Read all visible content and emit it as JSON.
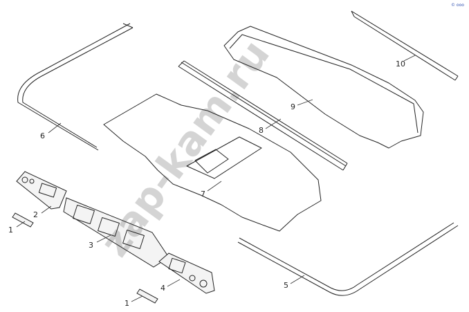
{
  "watermark": "zap-kam.ru",
  "corner_mark": "© ooo",
  "callouts": [
    {
      "id": "c1a",
      "text": "1"
    },
    {
      "id": "c1b",
      "text": "1"
    },
    {
      "id": "c2",
      "text": "2"
    },
    {
      "id": "c3",
      "text": "3"
    },
    {
      "id": "c4",
      "text": "4"
    },
    {
      "id": "c5",
      "text": "5"
    },
    {
      "id": "c6",
      "text": "6"
    },
    {
      "id": "c7",
      "text": "7"
    },
    {
      "id": "c8",
      "text": "8"
    },
    {
      "id": "c9",
      "text": "9"
    },
    {
      "id": "c10",
      "text": "10"
    }
  ],
  "colors": {
    "line": "#222222",
    "watermark": "#3c3c3c",
    "corner_mark": "#2d4fb0"
  }
}
